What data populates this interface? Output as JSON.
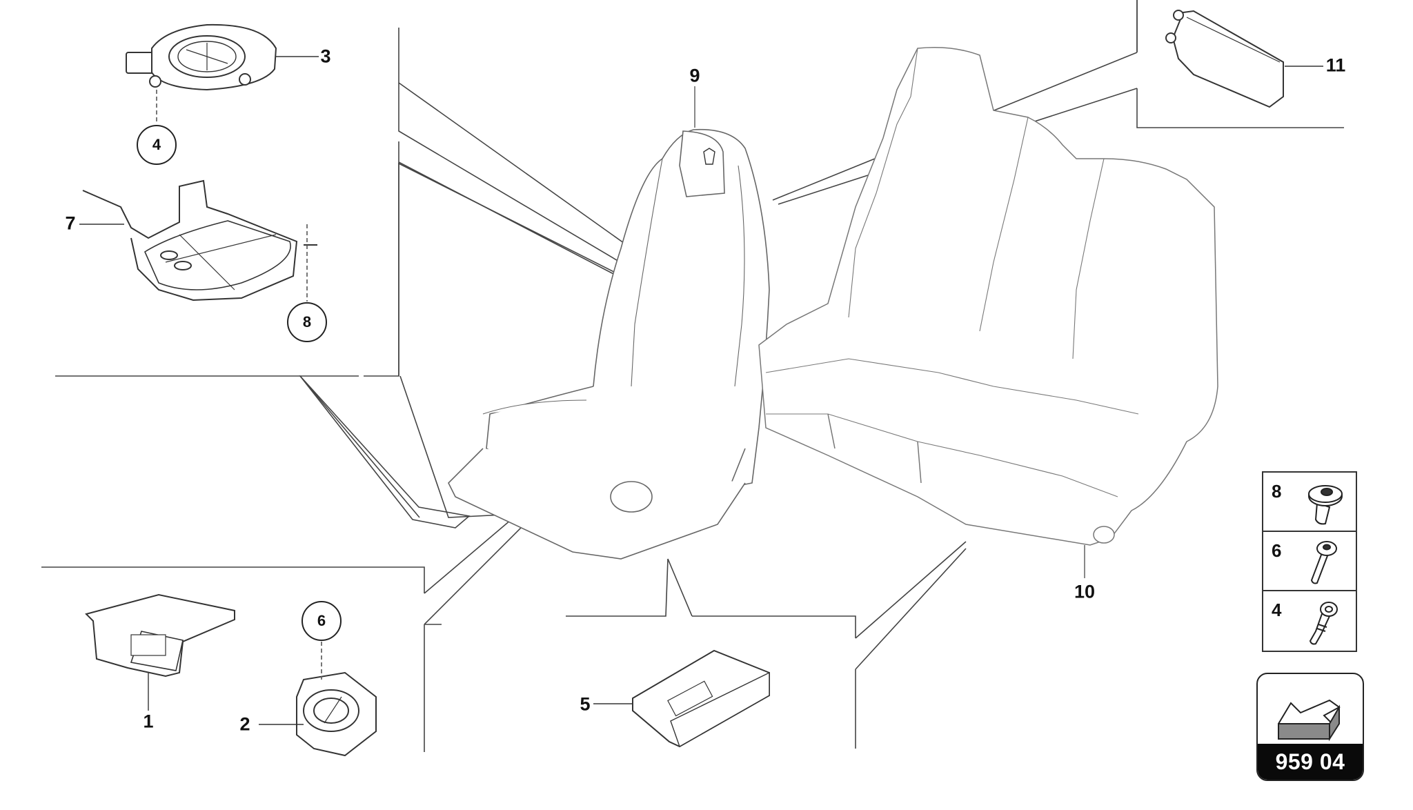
{
  "diagram": {
    "type": "exploded-parts-diagram",
    "subject": "seats with electronic control units and speakers",
    "page_code": "959 04"
  },
  "callouts": [
    {
      "id": "1",
      "label": "1",
      "part": "control unit (left lower)"
    },
    {
      "id": "2",
      "label": "2",
      "part": "seat speaker / sensor unit"
    },
    {
      "id": "3",
      "label": "3",
      "part": "speaker"
    },
    {
      "id": "5",
      "label": "5",
      "part": "control module"
    },
    {
      "id": "7",
      "label": "7",
      "part": "speaker bracket"
    },
    {
      "id": "9",
      "label": "9",
      "part": "front seat"
    },
    {
      "id": "10",
      "label": "10",
      "part": "rear seat bench"
    },
    {
      "id": "11",
      "label": "11",
      "part": "control unit (upper right)"
    }
  ],
  "reference_circles": [
    {
      "id": "ref-4",
      "label": "4"
    },
    {
      "id": "ref-8",
      "label": "8"
    },
    {
      "id": "ref-6",
      "label": "6"
    }
  ],
  "fastener_legend": [
    {
      "label": "8",
      "icon": "flange-bolt-icon"
    },
    {
      "label": "6",
      "icon": "long-screw-icon"
    },
    {
      "label": "4",
      "icon": "stud-bolt-icon"
    }
  ],
  "badge": {
    "icon": "direction-arrow-icon",
    "code": "959 04"
  },
  "colors": {
    "line": "#333333",
    "drawing": "#555555",
    "badge_bg": "#0a0a0a",
    "badge_text": "#ffffff",
    "arrow_fill": "#8a8a8a"
  }
}
